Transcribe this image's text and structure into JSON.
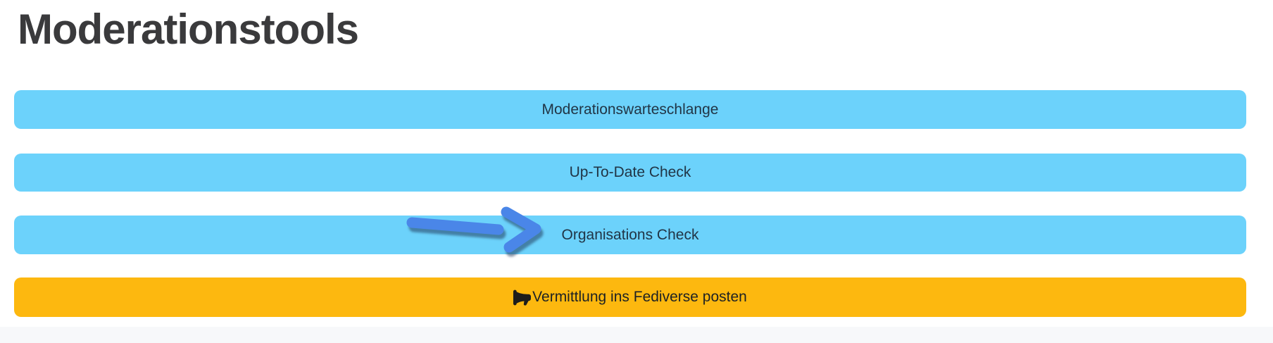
{
  "page": {
    "title": "Moderationstools"
  },
  "buttons": [
    {
      "label": "Moderationswarteschlange",
      "variant": "info"
    },
    {
      "label": "Up-To-Date Check",
      "variant": "info"
    },
    {
      "label": "Organisations Check",
      "variant": "info",
      "annotated_by": "arrow"
    },
    {
      "label": "Vermittlung ins Fediverse posten",
      "variant": "warning",
      "icon": "megaphone-icon"
    }
  ],
  "annotation": {
    "type": "arrow",
    "points_at": "Organisations Check",
    "color": "#4a86e8"
  },
  "colors": {
    "button_info_bg": "#6cd2fb",
    "button_warning_bg": "#fdb80f",
    "button_text": "#213546",
    "title_text": "#3a3a3c",
    "arrow_blue": "#4a86e8",
    "footer_bg": "#f7f8fa",
    "page_bg": "#ffffff"
  }
}
